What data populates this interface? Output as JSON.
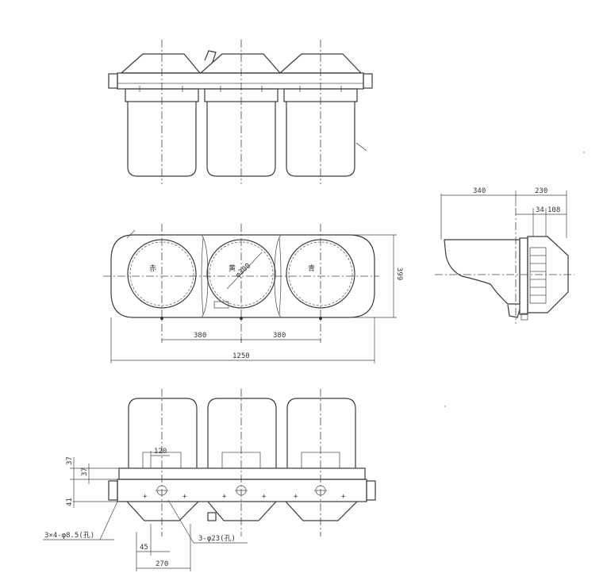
{
  "dimensions": {
    "pitch_left": "380",
    "pitch_right": "380",
    "overall_width": "1250",
    "body_height": "399",
    "lens_diameter": "φ300",
    "hood_offset": "120",
    "mount_37_a": "37",
    "mount_37_b": "37",
    "mount_41": "41",
    "bolt_pitch": "45",
    "base_width": "270",
    "hole_note_left": "3×4-φ8.5(孔)",
    "hole_note_right": "3-φ23(孔)",
    "side_depth": "340",
    "side_hood": "230",
    "side_34": "34",
    "side_108": "108"
  },
  "lamp_marks": [
    "赤",
    "黄",
    "青"
  ],
  "colors": {
    "line": "#3a3a3a",
    "background": "#ffffff"
  }
}
